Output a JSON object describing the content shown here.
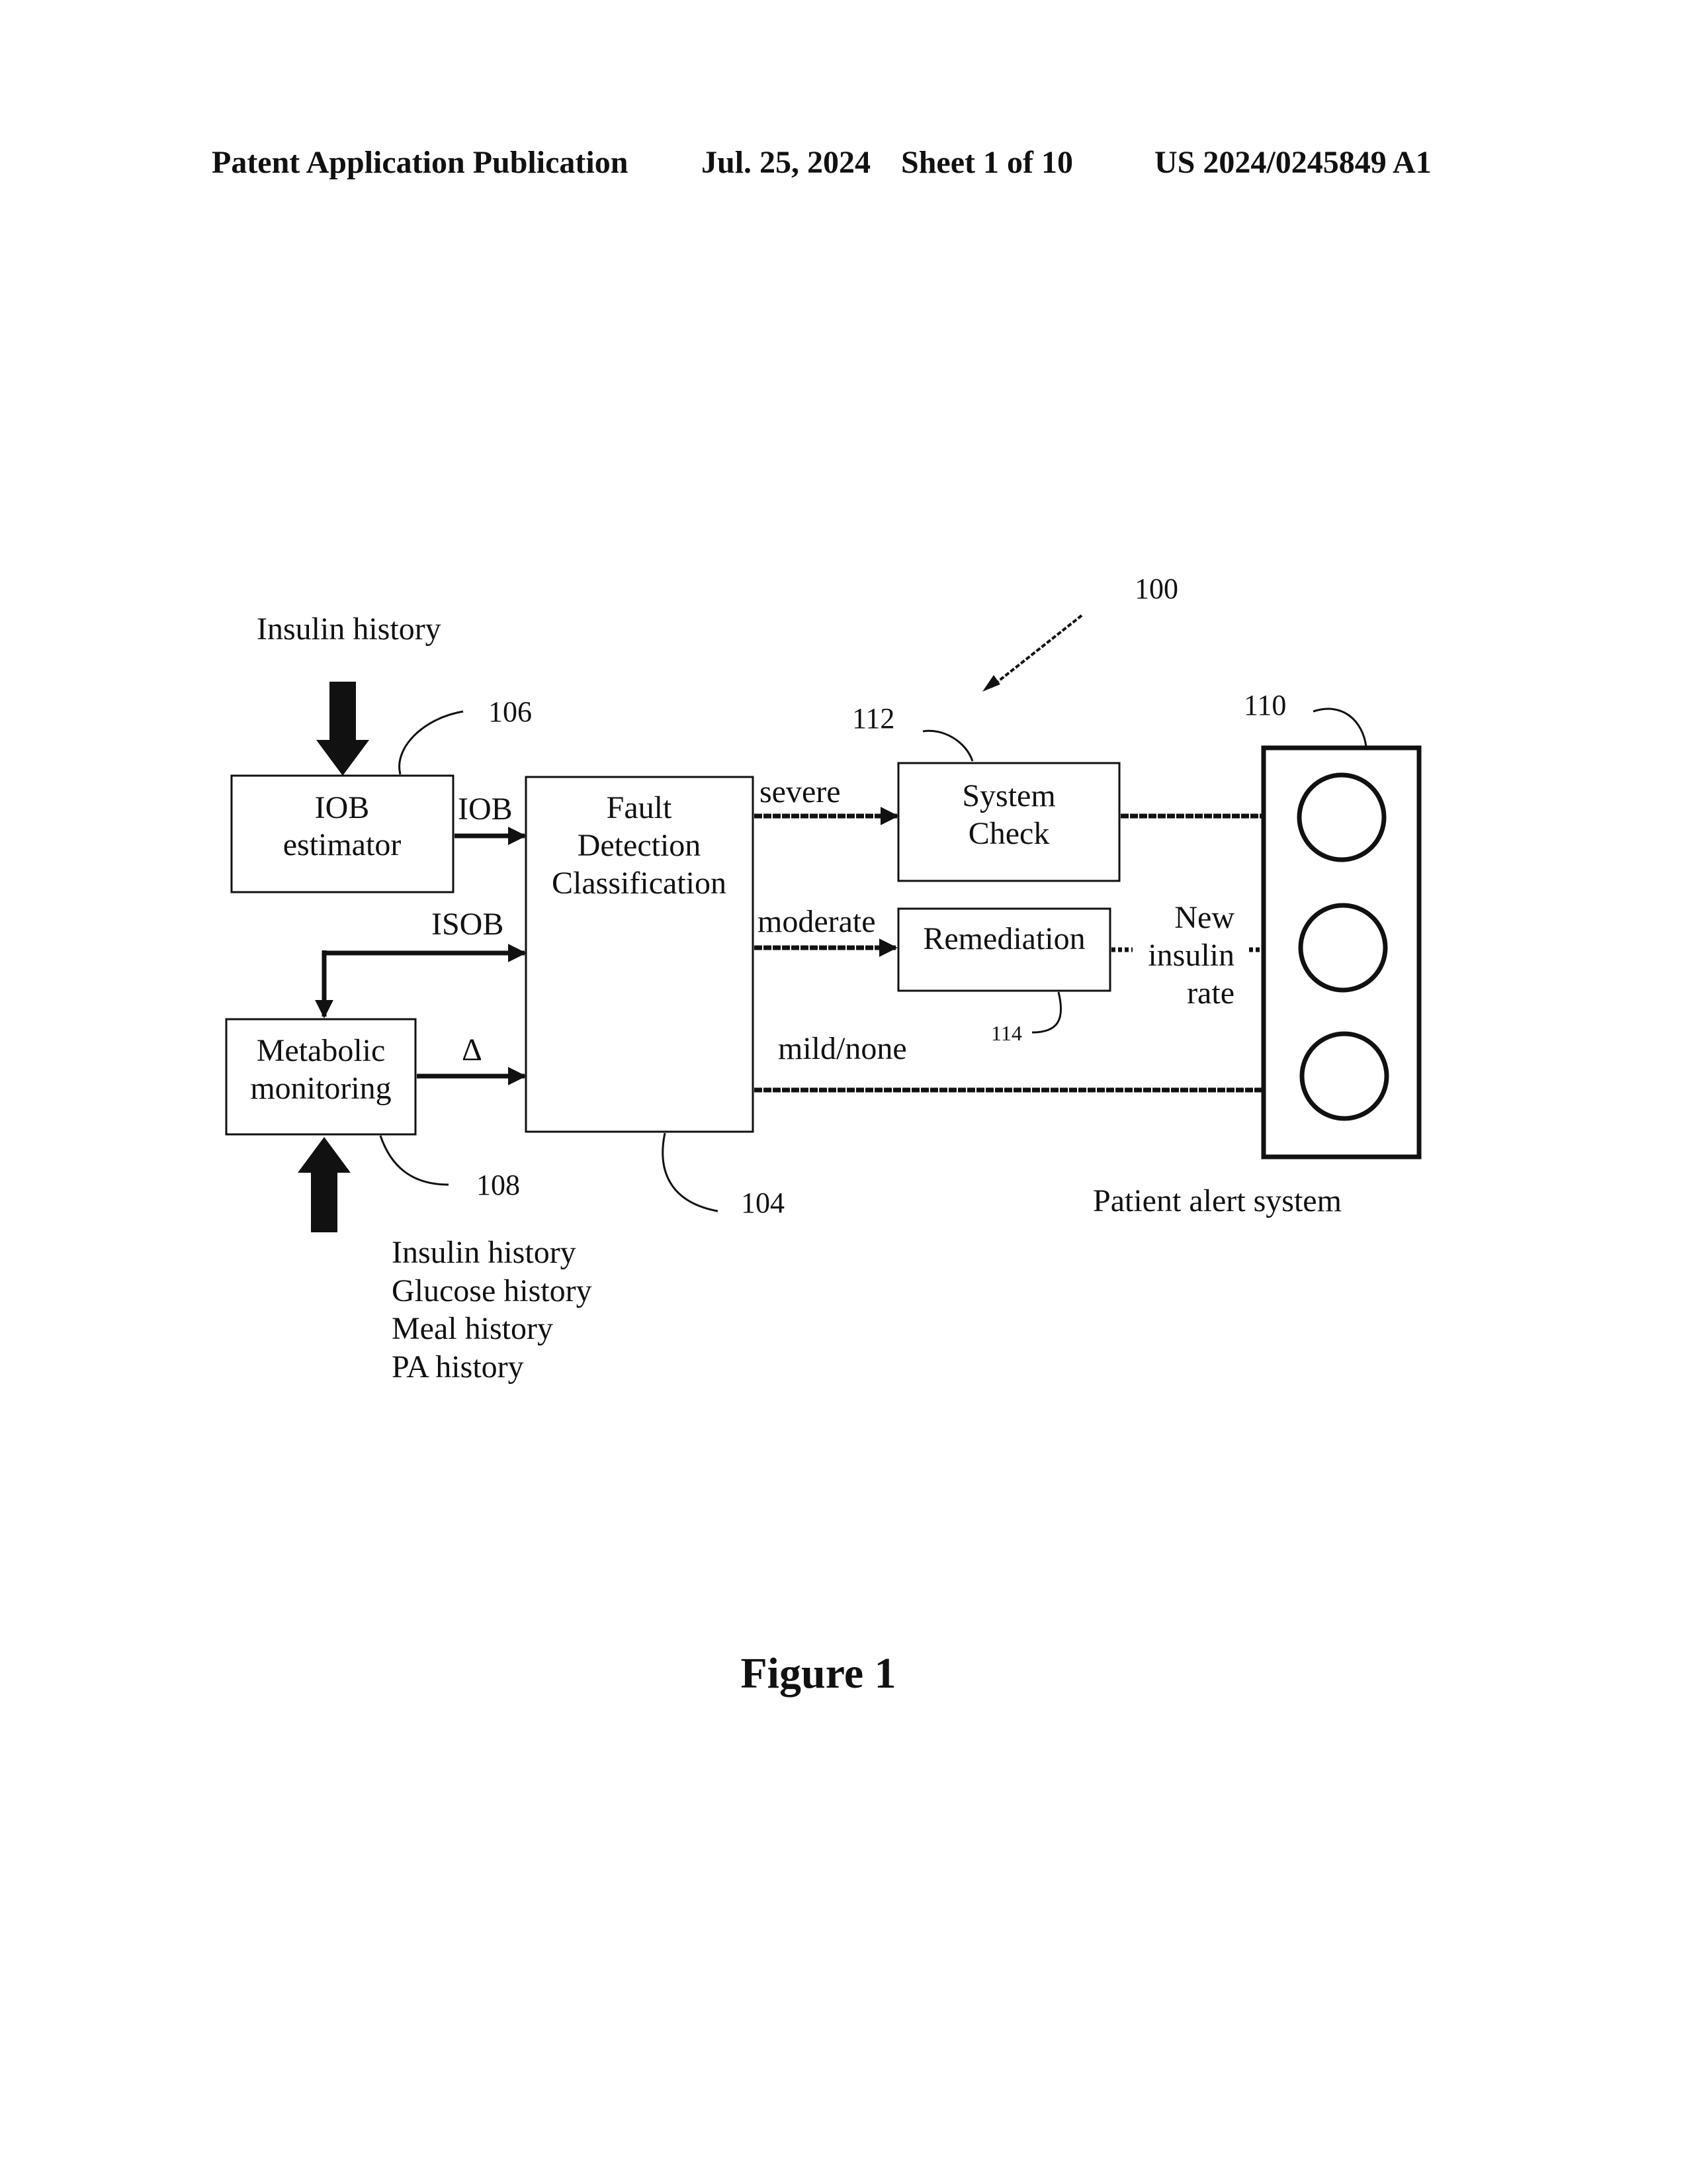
{
  "header": {
    "publication": "Patent Application Publication",
    "date": "Jul. 25, 2024",
    "sheet": "Sheet 1 of 10",
    "number": "US 2024/0245849 A1"
  },
  "figure": {
    "caption": "Figure 1",
    "system_ref": "100",
    "inputs": {
      "iob_input": "Insulin history",
      "metabolic_inputs": [
        "Insulin history",
        "Glucose history",
        "Meal history",
        "PA history"
      ]
    },
    "blocks": {
      "iob_estimator": {
        "lines": [
          "IOB",
          "estimator"
        ],
        "ref": "106"
      },
      "metabolic_monitoring": {
        "lines": [
          "Metabolic",
          "monitoring"
        ],
        "ref": "108"
      },
      "fault_detection": {
        "lines": [
          "Fault",
          "Detection",
          "Classification"
        ],
        "ref": "104"
      },
      "system_check": {
        "lines": [
          "System",
          "Check"
        ],
        "ref": "112"
      },
      "remediation": {
        "lines": [
          "Remediation"
        ],
        "ref": "114"
      },
      "patient_alert": {
        "label": "Patient alert system",
        "ref": "110"
      }
    },
    "signals": {
      "iob": "IOB",
      "isob": "ISOB",
      "delta": "Δ",
      "severe": "severe",
      "moderate": "moderate",
      "mild": "mild/none",
      "new_rate": [
        "New",
        "insulin",
        "rate"
      ]
    }
  }
}
